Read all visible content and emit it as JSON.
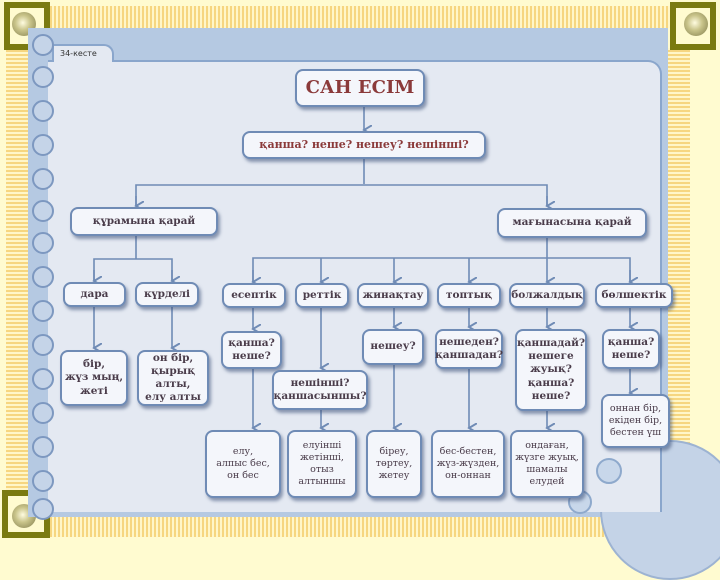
{
  "table_label": "34-кесте",
  "root": {
    "label": "САН ЕСІМ"
  },
  "questions": {
    "label": "қанша? неше? нешеу? нешінші?"
  },
  "branches": {
    "structure": {
      "label": "құрамына қарай",
      "children": [
        {
          "label": "дара",
          "example": "бір,\nжүз мың,\nжеті"
        },
        {
          "label": "күрделі",
          "example": "он бір,\nқырық алты,\nелу алты"
        }
      ]
    },
    "meaning": {
      "label": "мағынасына қарай",
      "children": [
        {
          "label": "есептік",
          "question": "қанша?\nнеше?",
          "example": "елу,\nалпыс бес,\nон бес"
        },
        {
          "label": "реттік",
          "question": "нешінші?\nқаншасыншы?",
          "example": "елуінші\nжетінші,\nотыз\nалтыншы"
        },
        {
          "label": "жинақтау",
          "question": "нешеу?",
          "example": "біреу,\nтөртеу,\nжетеу"
        },
        {
          "label": "топтық",
          "question": "нешеден?\nқаншадан?",
          "example": "бес-бестен,\nжүз-жүзден,\nон-оннан"
        },
        {
          "label": "болжалдық",
          "question": "қаншадай?\nнешеге\nжуық?\nқанша?\nнеше?",
          "example": "ондаған,\nжүзге жуық,\nшамалы\nелудей"
        },
        {
          "label": "бөлшектік",
          "question": "қанша?\nнеше?",
          "example": "оннан бір,\nекіден бір,\nбестен үш"
        }
      ]
    }
  },
  "colors": {
    "line": "#6f8bb5",
    "title_text": "#8b3a3a",
    "node_text": "#4a3c4a"
  }
}
